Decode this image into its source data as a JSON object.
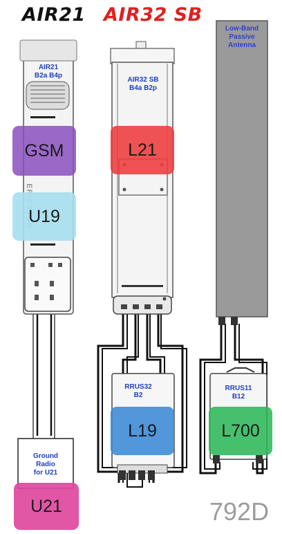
{
  "titles": {
    "air21": {
      "text": "AIR21",
      "color": "#111111"
    },
    "air32": {
      "text": "AIR32 SB",
      "color": "#e02020"
    }
  },
  "devices": {
    "air21_label": "AIR21\nB2a B4p",
    "air21_brand": "ERICSSON",
    "air32_label": "AIR32 SB\nB4a B2p",
    "lowband_label": "Low-Band\nPassive\nAntenna",
    "rrus32_label": "RRUS32\nB2",
    "rrus11_label": "RRUS11\nB12",
    "ground_radio_label": "Ground\nRadio\nfor U21"
  },
  "bands": [
    {
      "id": "gsm",
      "text": "GSM",
      "color": "#8a4fbe"
    },
    {
      "id": "u19",
      "text": "U19",
      "color": "#a6dff0"
    },
    {
      "id": "l21",
      "text": "L21",
      "color": "#ee3b3b"
    },
    {
      "id": "l19",
      "text": "L19",
      "color": "#3a8ad6"
    },
    {
      "id": "l700",
      "text": "L700",
      "color": "#2fb85a"
    },
    {
      "id": "u21",
      "text": "U21",
      "color": "#e0489e"
    }
  ],
  "watermark": "792D",
  "colors": {
    "label_blue": "#1f3fbf",
    "line": "#111111",
    "antenna_grey": "#9a9a9a"
  }
}
